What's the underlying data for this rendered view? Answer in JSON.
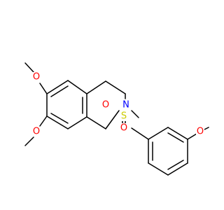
{
  "molecule": {
    "atom_labels": {
      "o1": "O",
      "o2": "O",
      "o3": "O",
      "o4": "O",
      "o5": "O",
      "n1": "N",
      "s1": "S"
    },
    "colors": {
      "bond": "#000000",
      "oxygen": "#ff0000",
      "nitrogen": "#0000ff",
      "sulfur": "#cccc00",
      "background": "#ffffff"
    }
  }
}
